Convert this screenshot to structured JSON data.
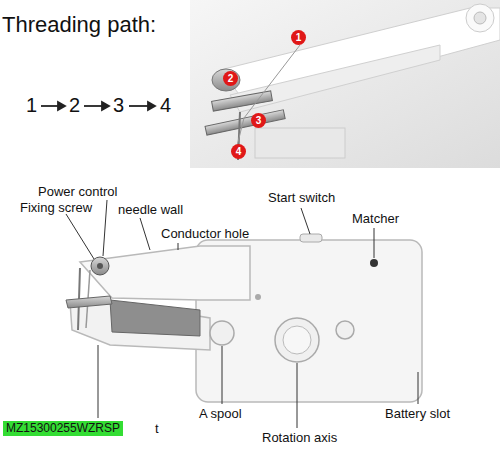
{
  "diagram": {
    "title": "Threading path:",
    "labels": [
      "1",
      "2",
      "3",
      "4",
      "1",
      "2",
      "3",
      "4",
      "Power control",
      "Fixing screw",
      "needle wall",
      "Conductor hole",
      "Start switch",
      "Matcher",
      "A spool",
      "Battery slot",
      "Rotation axis",
      "MZ15300255WZRSP",
      "t"
    ]
  }
}
